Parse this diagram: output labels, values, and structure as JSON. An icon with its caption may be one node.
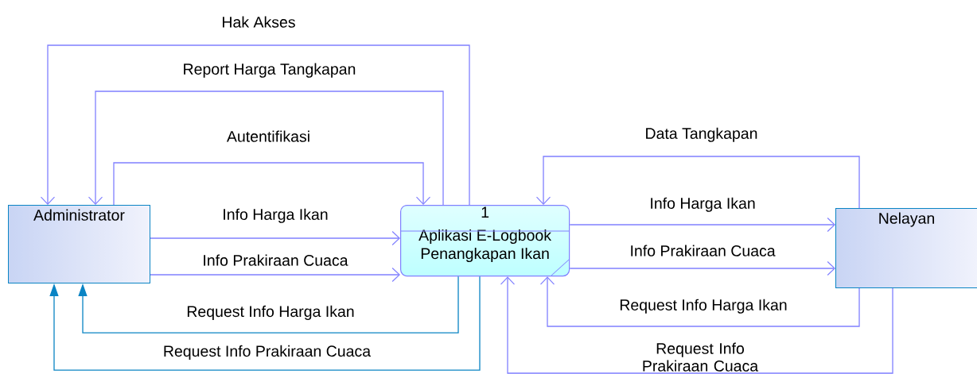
{
  "diagram": {
    "nodes": [
      {
        "text": [
          "Administrator"
        ]
      },
      {
        "text": [
          "1",
          "Aplikasi E-Logbook Penangkapan Ikan"
        ]
      },
      {
        "text": [
          "Nelayan"
        ]
      }
    ],
    "edges": [
      {
        "from": 1,
        "to": 0,
        "arrow": "to",
        "label": "Hak Akses"
      },
      {
        "from": 1,
        "to": 0,
        "arrow": "to",
        "label": "Report Harga Tangkapan"
      },
      {
        "from": 0,
        "to": 1,
        "arrow": "to",
        "label": "Autentifikasi"
      },
      {
        "from": 0,
        "to": 1,
        "arrow": "to",
        "label": "Info Harga Ikan"
      },
      {
        "from": 0,
        "to": 1,
        "arrow": "to",
        "label": "Info Prakiraan Cuaca"
      },
      {
        "from": 1,
        "to": 0,
        "arrow": "to",
        "label": "Request Info Harga Ikan",
        "color": "#0a84c4"
      },
      {
        "from": 1,
        "to": 0,
        "arrow": "to",
        "label": "Request Info Prakiraan Cuaca",
        "color": "#0a84c4"
      },
      {
        "from": 2,
        "to": 1,
        "arrow": "to",
        "label": "Data Tangkapan"
      },
      {
        "from": 1,
        "to": 2,
        "arrow": "to",
        "label": "Info Harga Ikan"
      },
      {
        "from": 1,
        "to": 2,
        "arrow": "to",
        "label": "Info Prakiraan Cuaca"
      },
      {
        "from": 2,
        "to": 1,
        "arrow": "to",
        "label": "Request Info Harga Ikan"
      },
      {
        "from": 2,
        "to": 1,
        "arrow": "to",
        "label": "Request Info Prakiraan Cuaca"
      }
    ]
  }
}
